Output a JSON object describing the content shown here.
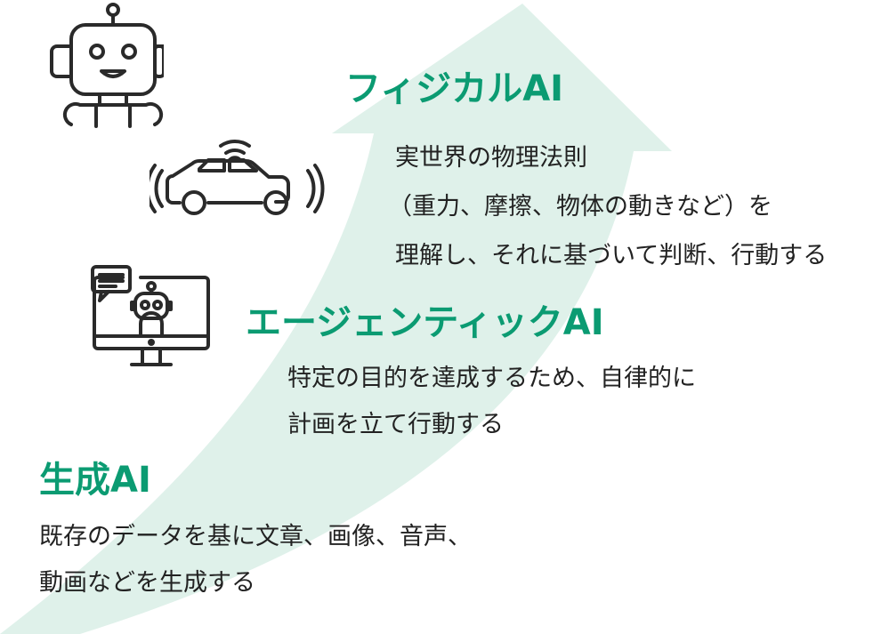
{
  "colors": {
    "accent": "#0b9b72",
    "arrow": "#dff1ea",
    "text": "#222222",
    "icon": "#2a2a2a"
  },
  "icons": [
    "robot-icon",
    "self-driving-car-icon",
    "monitor-chatbot-icon"
  ],
  "levels": [
    {
      "title": "フィジカルAI",
      "description": [
        "実世界の物理法則",
        "（重力、摩擦、物体の動きなど）を",
        "理解し、それに基づいて判断、行動する"
      ]
    },
    {
      "title": "エージェンティックAI",
      "description": [
        "特定の目的を達成するため、自律的に",
        "計画を立て行動する"
      ]
    },
    {
      "title": "生成AI",
      "description": [
        "既存のデータを基に文章、画像、音声、",
        "動画などを生成する"
      ]
    }
  ]
}
